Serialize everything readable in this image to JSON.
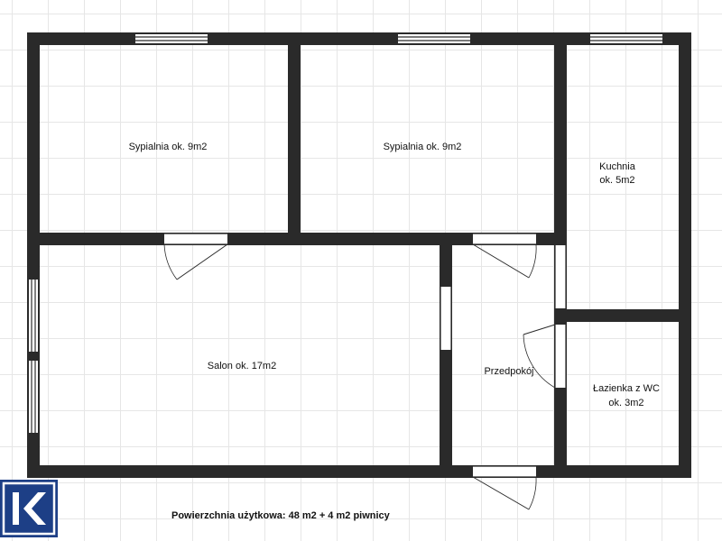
{
  "rooms": {
    "bedroom_1": "Sypialnia ok. 9m2",
    "bedroom_2": "Sypialnia ok. 9m2",
    "kitchen": [
      "Kuchnia",
      "ok. 5m2"
    ],
    "living_room": "Salon ok. 17m2",
    "hallway": "Przedpokój",
    "bathroom": [
      "Łazienka z WC",
      "ok. 3m2"
    ]
  },
  "footer": {
    "usable_area": "Powierzchnia użytkowa: 48 m2 + 4 m2 piwnicy"
  },
  "colors": {
    "wall": "#2a2a2a",
    "logo": "#1d3f86"
  }
}
